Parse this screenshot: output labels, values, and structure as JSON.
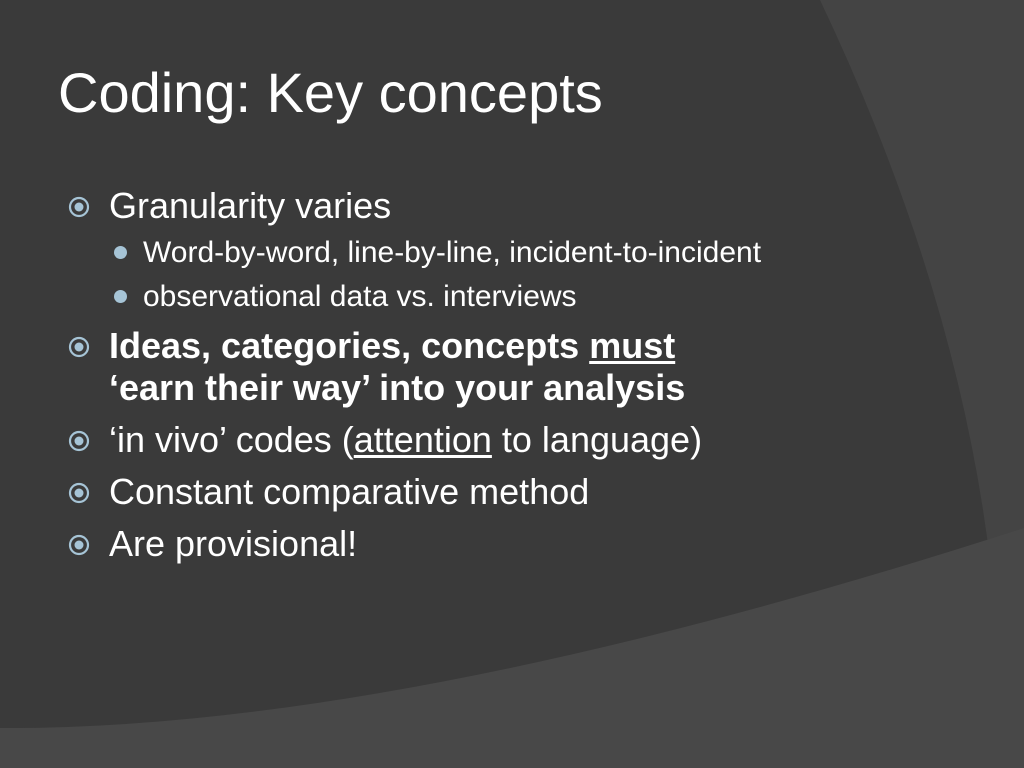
{
  "slide": {
    "title": "Coding: Key concepts",
    "bullets": [
      {
        "text": "Granularity varies",
        "sub": [
          "Word-by-word, line-by-line, incident-to-incident",
          "observational data vs. interviews"
        ]
      },
      {
        "bold": true,
        "text_before": "Ideas, categories, concepts ",
        "underlined": "must",
        "text_after": "‘earn their way’ into your analysis"
      },
      {
        "text_before": "‘in vivo’ codes (",
        "underlined": "attention",
        "text_after": " to language)"
      },
      {
        "text": "Constant comparative method"
      },
      {
        "text": "Are provisional!"
      }
    ]
  },
  "colors": {
    "background": "#3b3b3b",
    "text": "#ffffff",
    "bullet_accent": "#a6c4d6"
  },
  "icons": {
    "level1_bullet": "target-circle-icon",
    "level2_bullet": "dot-icon"
  }
}
